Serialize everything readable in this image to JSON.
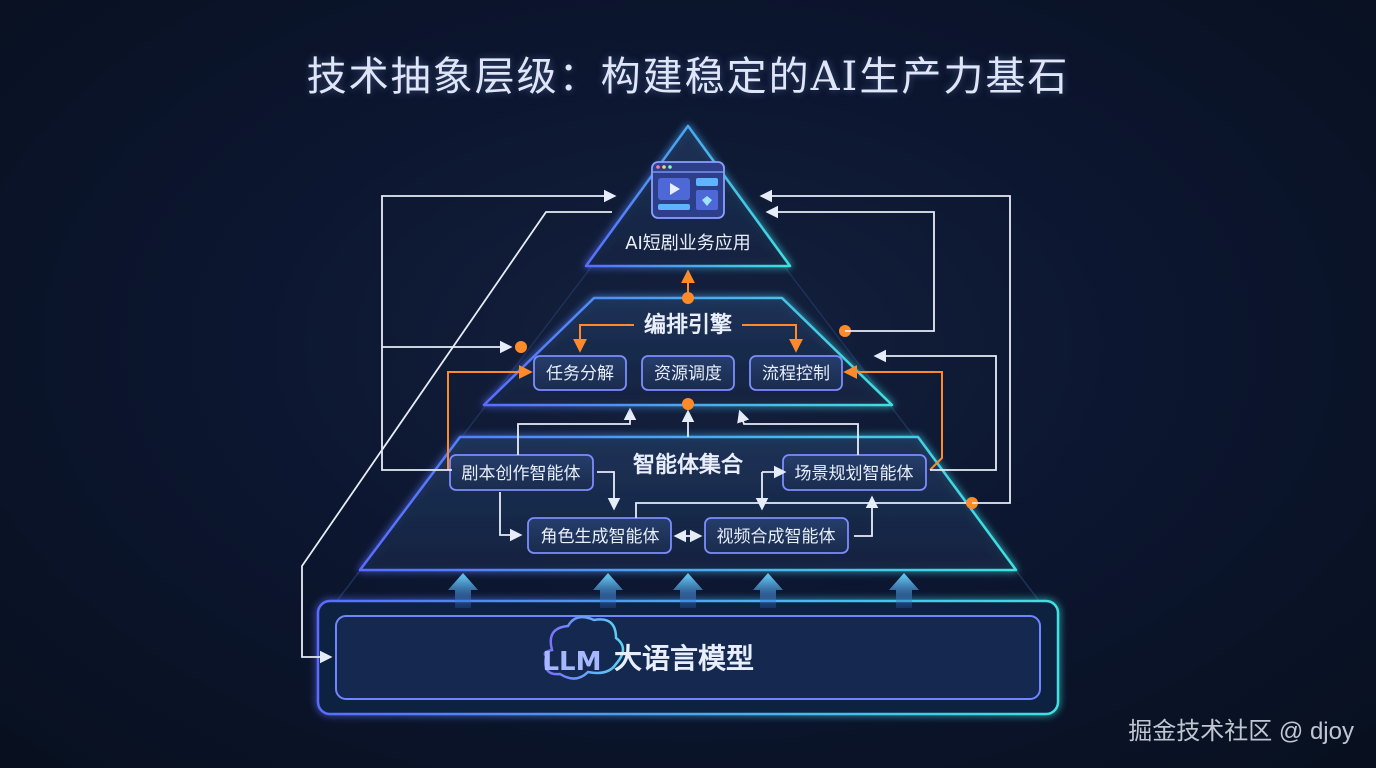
{
  "title": "技术抽象层级：构建稳定的AI生产力基石",
  "layers": {
    "top": {
      "label": "AI短剧业务应用"
    },
    "orchestration": {
      "label": "编排引擎",
      "items": [
        "任务分解",
        "资源调度",
        "流程控制"
      ]
    },
    "agents": {
      "label": "智能体集合",
      "items": [
        "剧本创作智能体",
        "场景规划智能体",
        "角色生成智能体",
        "视频合成智能体"
      ]
    },
    "foundation": {
      "logo_text": "LLM",
      "label": "大语言模型"
    }
  },
  "watermark": "掘金技术社区 @ djoy",
  "colors": {
    "accent_orange": "#ff8a2a",
    "border_cyan": "#3fd2e6",
    "border_blue": "#4f7cff",
    "arrow_white": "#e6ecf8"
  },
  "icons": {
    "app": "app-window-icon",
    "llm": "cloud-brain-icon",
    "up_arrow": "up-arrow-icon"
  }
}
